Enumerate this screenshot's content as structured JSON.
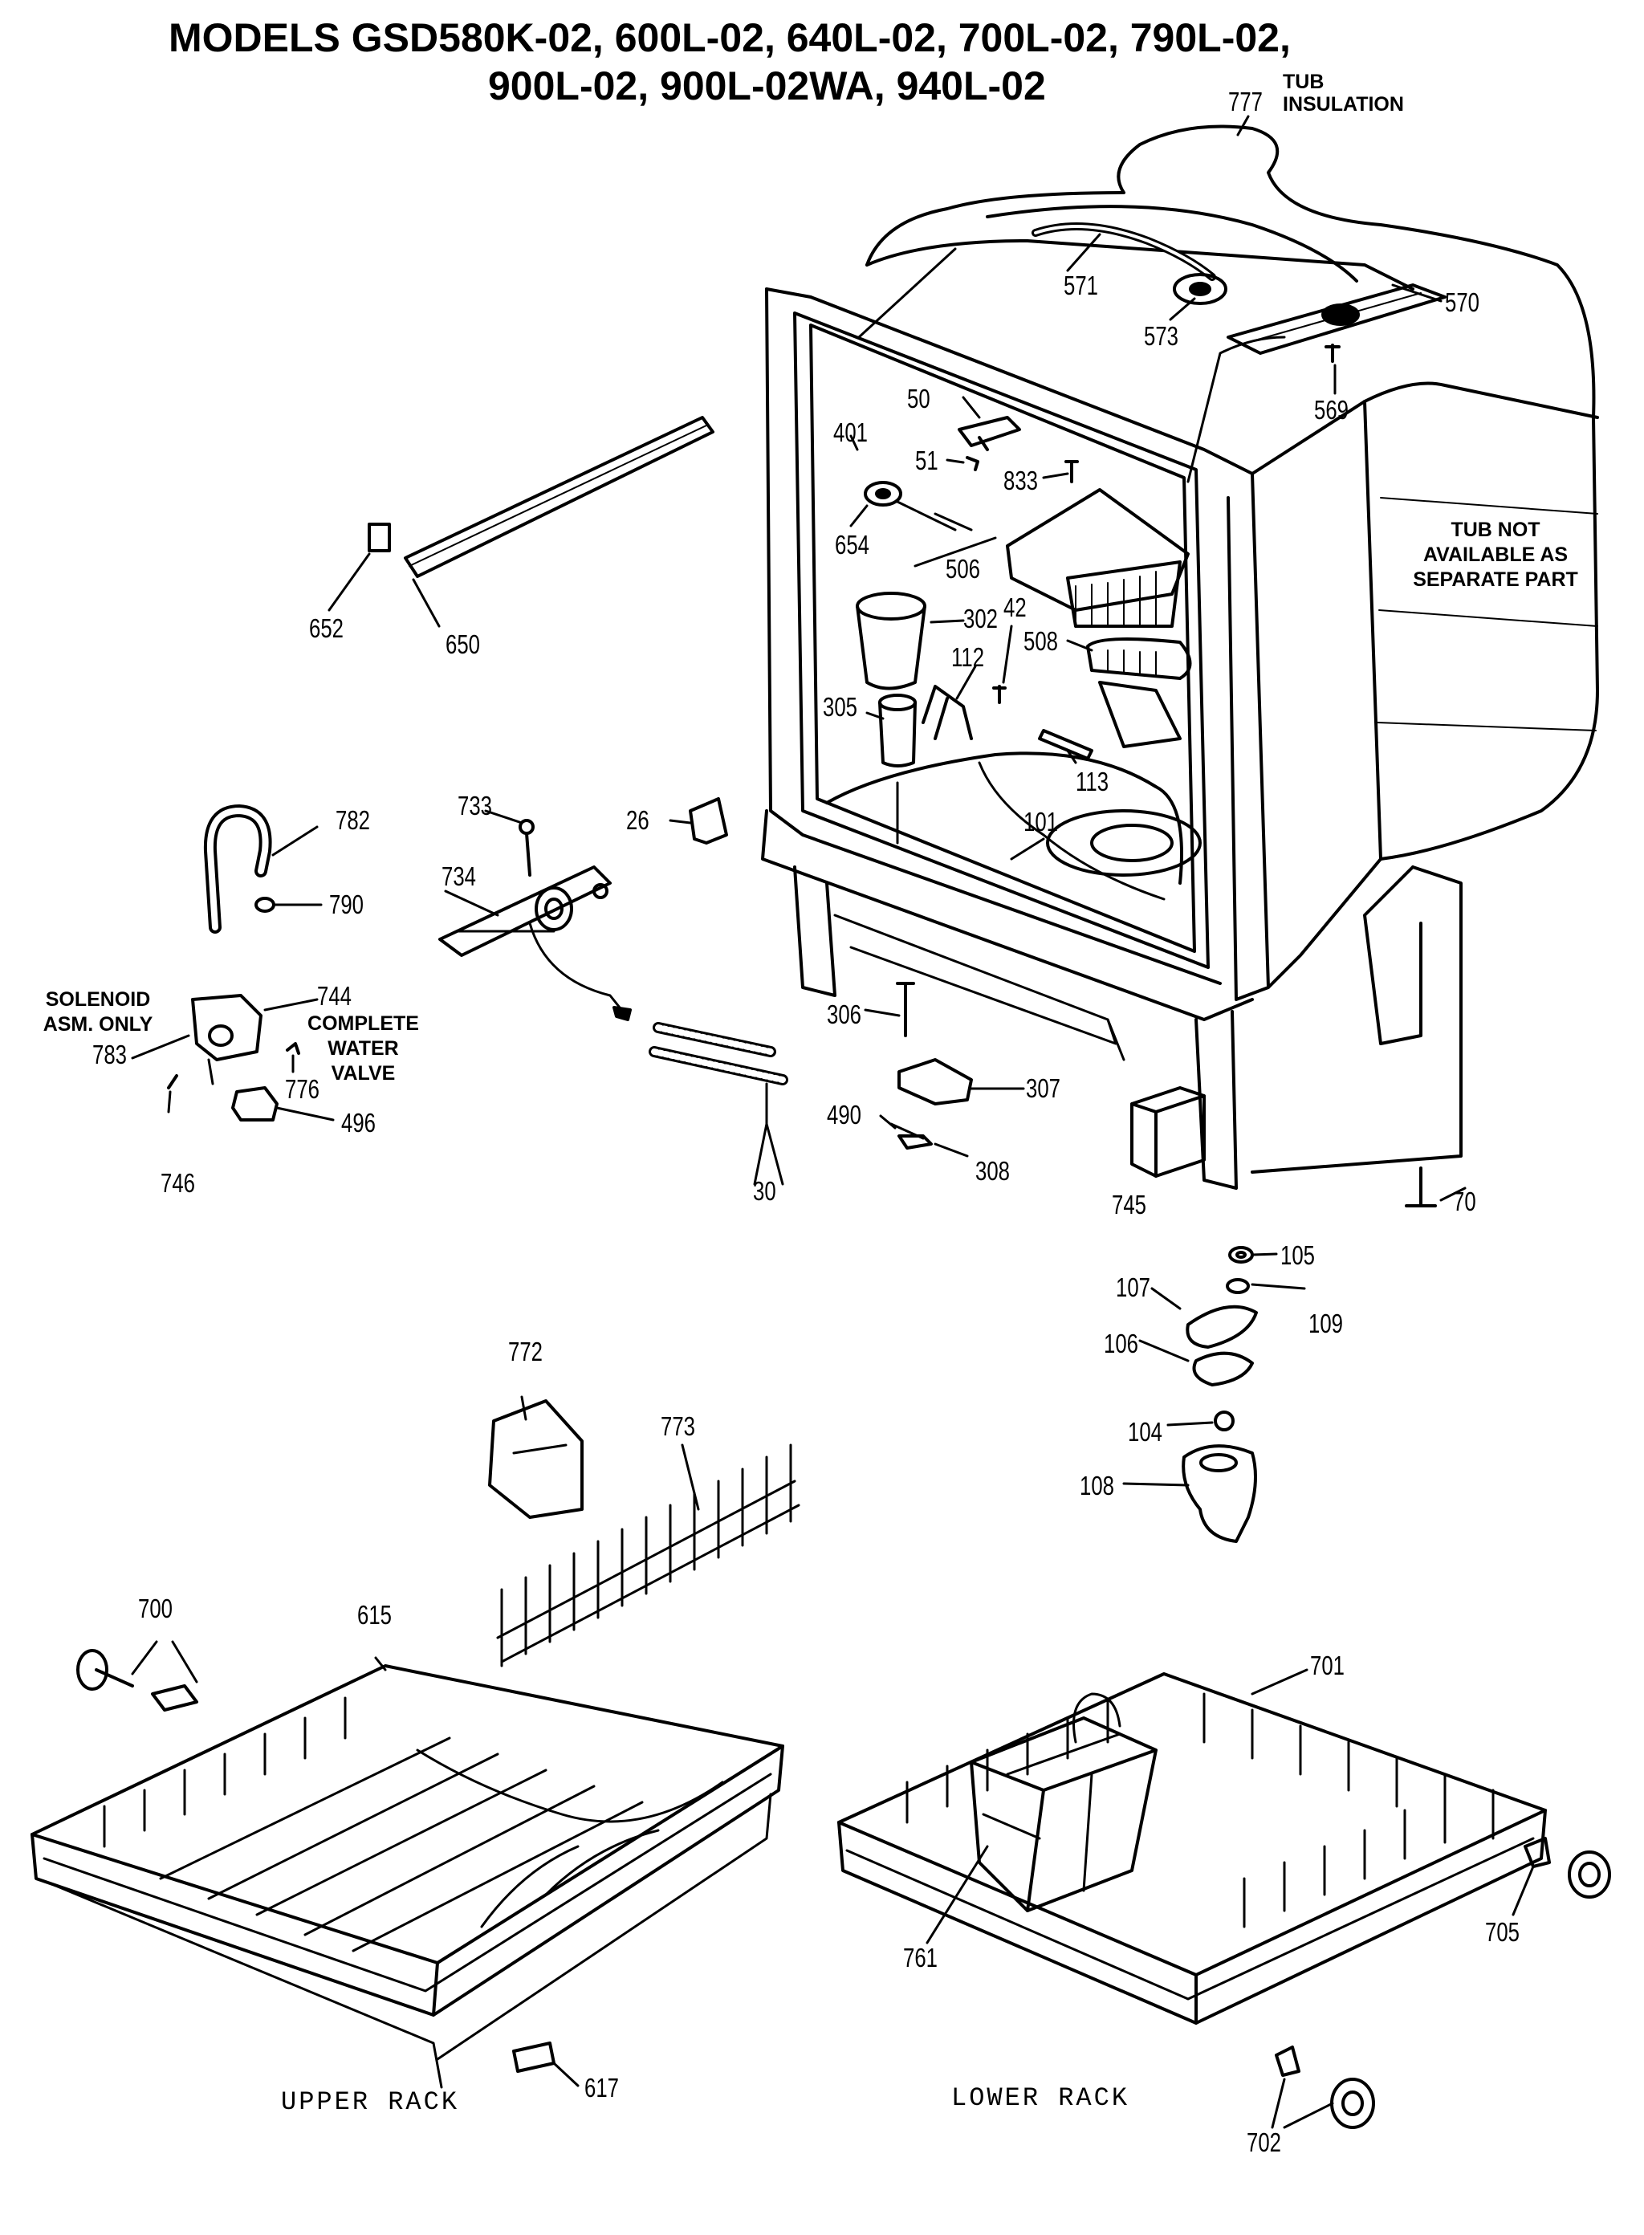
{
  "title": {
    "line1": "MODELS GSD580K-02, 600L-02, 640L-02, 700L-02, 790L-02,",
    "line2": "900L-02, 900L-02WA, 940L-02"
  },
  "notes": {
    "tub_insulation_line1": "TUB",
    "tub_insulation_line2": "INSULATION",
    "tub_not_available_line1": "TUB NOT",
    "tub_not_available_line2": "AVAILABLE AS",
    "tub_not_available_line3": "SEPARATE PART",
    "solenoid_line1": "SOLENOID",
    "solenoid_line2": "ASM. ONLY",
    "complete_valve_line1": "COMPLETE",
    "complete_valve_line2": "WATER",
    "complete_valve_line3": "VALVE"
  },
  "part_numbers": {
    "p777": "777",
    "p571": "571",
    "p570": "570",
    "p573": "573",
    "p569": "569",
    "p50": "50",
    "p401": "401",
    "p51": "51",
    "p833": "833",
    "p654": "654",
    "p506": "506",
    "p302": "302",
    "p42": "42",
    "p112": "112",
    "p508": "508",
    "p305": "305",
    "p113": "113",
    "p101": "101",
    "p652": "652",
    "p650": "650",
    "p782": "782",
    "p790": "790",
    "p733": "733",
    "p734": "734",
    "p26": "26",
    "p744": "744",
    "p783": "783",
    "p776": "776",
    "p746": "746",
    "p496": "496",
    "p30": "30",
    "p306": "306",
    "p307": "307",
    "p490": "490",
    "p308": "308",
    "p745": "745",
    "p70": "70",
    "p105": "105",
    "p107": "107",
    "p109": "109",
    "p106": "106",
    "p104": "104",
    "p108": "108",
    "p772": "772",
    "p773": "773",
    "p700": "700",
    "p615": "615",
    "p701": "701",
    "p761": "761",
    "p705": "705",
    "p617": "617",
    "p702": "702"
  },
  "captions": {
    "upper_rack": "UPPER RACK",
    "lower_rack": "LOWER RACK"
  }
}
